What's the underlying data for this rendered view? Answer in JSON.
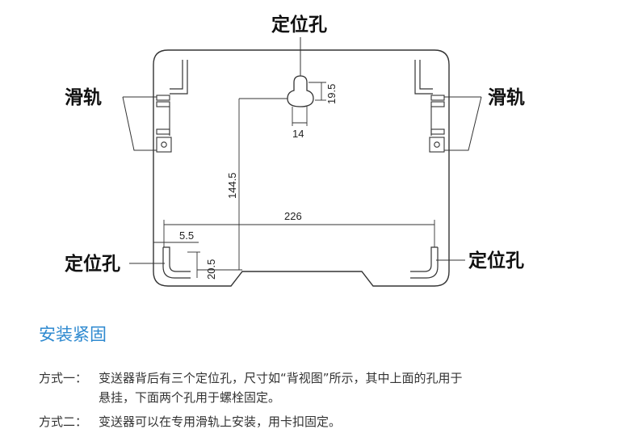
{
  "diagram": {
    "callouts": {
      "top_hole": "定位孔",
      "left_rail": "滑轨",
      "right_rail": "滑轨",
      "left_hole": "定位孔",
      "right_hole": "定位孔"
    },
    "dimensions": {
      "keyhole_height": "19.5",
      "keyhole_width": "14",
      "vertical_span": "144.5",
      "horizontal_span": "226",
      "edge_offset": "5.5",
      "bottom_offset": "20.5"
    }
  },
  "section": {
    "title": "安装紧固",
    "method1": {
      "label": "方式一：",
      "line1": "变送器背后有三个定位孔，尺寸如“背视图”所示，其中上面的孔用于",
      "line2": "悬挂，下面两个孔用于螺栓固定。"
    },
    "method2": {
      "label": "方式二：",
      "line1": "变送器可以在专用滑轨上安装，用卡扣固定。"
    }
  }
}
